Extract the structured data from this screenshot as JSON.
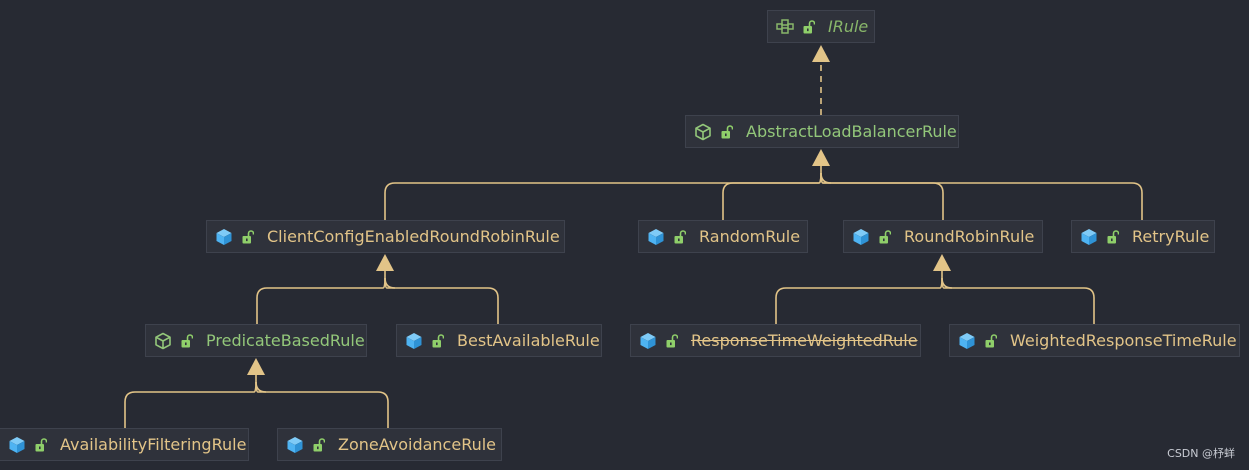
{
  "diagram": {
    "nodes": [
      {
        "id": "irule",
        "kind": "interface",
        "label": "IRule"
      },
      {
        "id": "abstract-lb",
        "kind": "abstract",
        "label": "AbstractLoadBalancerRule"
      },
      {
        "id": "client-config",
        "kind": "class",
        "label": "ClientConfigEnabledRoundRobinRule"
      },
      {
        "id": "random",
        "kind": "class",
        "label": "RandomRule"
      },
      {
        "id": "round-robin",
        "kind": "class",
        "label": "RoundRobinRule"
      },
      {
        "id": "retry",
        "kind": "class",
        "label": "RetryRule"
      },
      {
        "id": "predicate-based",
        "kind": "abstract",
        "label": "PredicateBasedRule"
      },
      {
        "id": "best-available",
        "kind": "class",
        "label": "BestAvailableRule"
      },
      {
        "id": "response-time",
        "kind": "class",
        "label": "ResponseTimeWeightedRule",
        "deprecated": true
      },
      {
        "id": "weighted-response",
        "kind": "class",
        "label": "WeightedResponseTimeRule"
      },
      {
        "id": "availability",
        "kind": "class",
        "label": "AvailabilityFilteringRule"
      },
      {
        "id": "zone-avoidance",
        "kind": "class",
        "label": "ZoneAvoidanceRule"
      }
    ],
    "edges": [
      {
        "from": "abstract-lb",
        "to": "irule",
        "type": "implements"
      },
      {
        "from": "client-config",
        "to": "abstract-lb",
        "type": "extends"
      },
      {
        "from": "random",
        "to": "abstract-lb",
        "type": "extends"
      },
      {
        "from": "round-robin",
        "to": "abstract-lb",
        "type": "extends"
      },
      {
        "from": "retry",
        "to": "abstract-lb",
        "type": "extends"
      },
      {
        "from": "predicate-based",
        "to": "client-config",
        "type": "extends"
      },
      {
        "from": "best-available",
        "to": "client-config",
        "type": "extends"
      },
      {
        "from": "response-time",
        "to": "round-robin",
        "type": "extends"
      },
      {
        "from": "weighted-response",
        "to": "round-robin",
        "type": "extends"
      },
      {
        "from": "availability",
        "to": "predicate-based",
        "type": "extends"
      },
      {
        "from": "zone-avoidance",
        "to": "predicate-based",
        "type": "extends"
      }
    ]
  },
  "colors": {
    "background": "#272a33",
    "node_background": "#2f323b",
    "edge": "#e2c488",
    "interface_text": "#88b66a",
    "abstract_text": "#93c77a",
    "class_text": "#e2c488",
    "class_icon": "#4eb3f2",
    "lock_icon": "#8fcf6a"
  },
  "icons": {
    "interface": "interface-icon",
    "abstract": "abstract-class-icon",
    "class": "class-icon",
    "visibility": "unlocked-lock-icon"
  },
  "watermark": "CSDN @杼蛘"
}
